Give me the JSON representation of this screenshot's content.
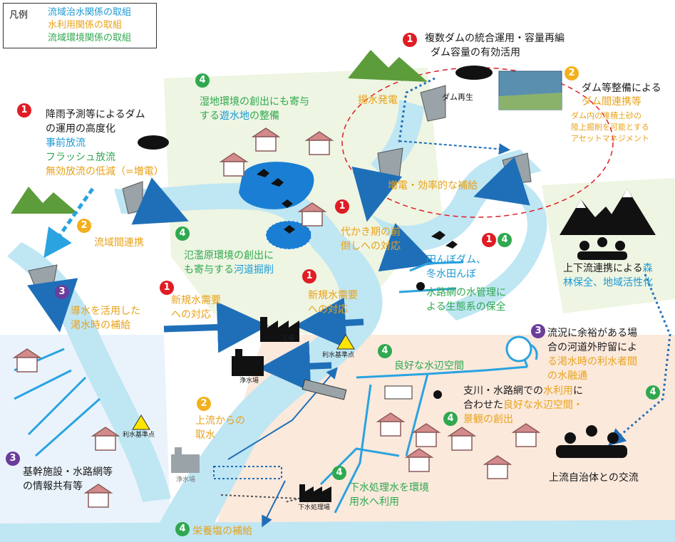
{
  "legend": {
    "title": "凡例",
    "items": [
      {
        "label": "流域治水関係の取組",
        "color": "#1c9ad6"
      },
      {
        "label": "水利用関係の取組",
        "color": "#e8a21a"
      },
      {
        "label": "流域環境関係の取組",
        "color": "#2fa84f"
      }
    ]
  },
  "badges": {
    "one": "1",
    "two": "2",
    "three": "3",
    "four": "4"
  },
  "colors": {
    "policy_flood": "#e01c24",
    "water_use": "#f2b01e",
    "coordination": "#6a3d9a",
    "environment": "#2fa84f",
    "river": "#bfe6f3",
    "arrow": "#1f6fb8"
  },
  "labels": {
    "dam_integrated": "複数ダムの統合運用・容量再編",
    "dam_capacity": "ダム容量の有効活用",
    "dam_maintenance": "ダム等整備による",
    "dam_coop": "ダム間連携等",
    "sediment1": "ダム内の堆積土砂の",
    "sediment2": "陸上掘削を可能とする",
    "sediment3": "アセットマネジメント",
    "dam_rebuild": "ダム再生",
    "pumped": "揚水発電",
    "power_up": "増電・効率的な補給",
    "rain1": "降雨予測等によるダム",
    "rain2": "の運用の高度化",
    "pre_release": "事前放流",
    "flush": "フラッシュ放流",
    "waste_reduce": "無効放流の低減（=増電）",
    "wetland1": "湿地環境の創出にも寄与",
    "wetland2_pre": "する",
    "wetland2_hl": "遊水地",
    "wetland2_post": "の整備",
    "basin_link": "流域間連携",
    "flood_plain1": "氾濫原環境の創出に",
    "flood_plain2_pre": "も寄与する",
    "flood_plain2_hl": "河道掘削",
    "drought1": "導水を活用した",
    "drought2": "渇水時の補給",
    "new_demand1": "新規水需要",
    "new_demand1b": "への対応",
    "new_demand2": "新規水需要",
    "new_demand2b": "への対応",
    "paddy1": "代かき期の前",
    "paddy2": "倒しへの対応",
    "paddy_dam1": "田んぼダム、",
    "paddy_dam2": "冬水田んぼ",
    "canal1": "水路網の水管理に",
    "canal2": "よる生態系の保全",
    "forest1_pre": "上下流連携による",
    "forest1_hl": "森",
    "forest2": "林保全、地域活性化",
    "factory": "工場",
    "intake_point": "利水基準点",
    "intake_point2": "利水基準点",
    "waterside": "良好な水辺空間",
    "purification": "浄水場",
    "purification2": "浄水場",
    "upstream_intake1": "上流からの",
    "upstream_intake2": "取水",
    "storage1": "流況に余裕がある場",
    "storage2": "合の河道外貯留によ",
    "storage3": "る渇水時の利水者間",
    "storage4": "の水融通",
    "tributary1_pre": "支川・水路網での",
    "tributary1_hl": "水利用",
    "tributary1_post": "に",
    "tributary2_pre": "合わせた",
    "tributary2_hl": "良好な水辺空間・",
    "tributary3": "景観の創出",
    "infra1": "基幹施設・水路網等",
    "infra2": "の情報共有等",
    "sewage1": "下水処理水を環境",
    "sewage2": "用水へ利用",
    "sewage_plant": "下水処理場",
    "exchange": "上流自治体との交流",
    "nutrient": "栄養塩の補給"
  }
}
